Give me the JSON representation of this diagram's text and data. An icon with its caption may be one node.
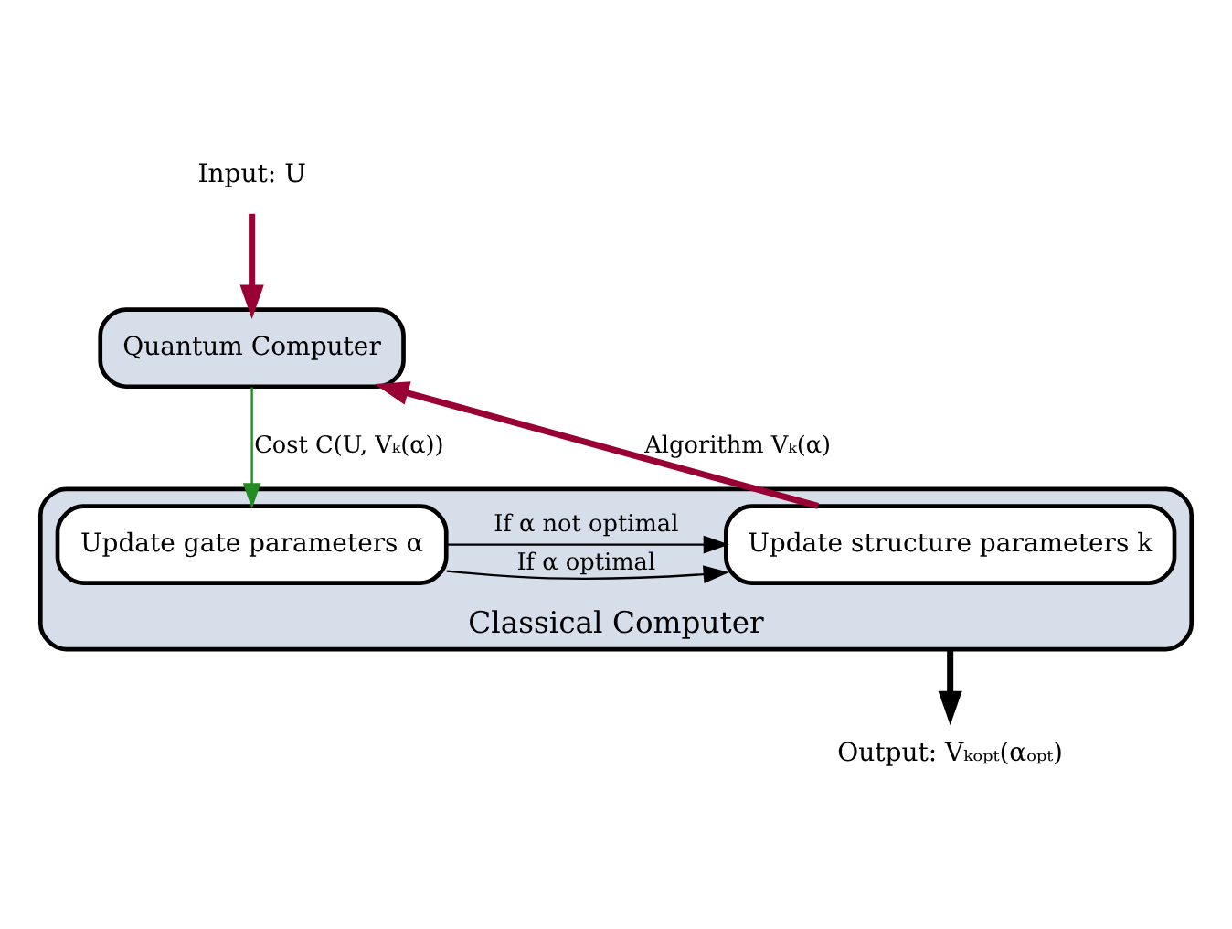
{
  "diagram": {
    "nodes": [
      {
        "text": [
          "Input: U"
        ]
      },
      {
        "text": [
          "Quantum Computer"
        ]
      },
      {
        "text": [
          "Classical Computer"
        ]
      },
      {
        "text": [
          "Update structure parameters k"
        ],
        "in": 2
      },
      {
        "text": [
          "Update gate parameters α"
        ],
        "in": 2
      },
      {
        "text": [
          "Output: Vₖₒₚₜ(αₒₚₜ)"
        ]
      }
    ],
    "edges": [
      {
        "from": 0,
        "to": 1,
        "arrow": "to",
        "style": "thick",
        "color": "#990033"
      },
      {
        "from": 3,
        "to": 1,
        "arrow": "to",
        "label": "Algorithm Vₖ(α)",
        "style": "thick",
        "color": "#990033"
      },
      {
        "from": 1,
        "to": 4,
        "arrow": "to",
        "label": "Cost C(U, Vₖ(α))",
        "color": "#228b22"
      },
      {
        "from": 4,
        "to": 3,
        "arrow": "to",
        "label": "If α optimal"
      },
      {
        "from": 4,
        "to": 3,
        "arrow": "to",
        "label": "If α not optimal"
      },
      {
        "from": 2,
        "to": 5,
        "arrow": "to",
        "style": "thick"
      }
    ]
  }
}
